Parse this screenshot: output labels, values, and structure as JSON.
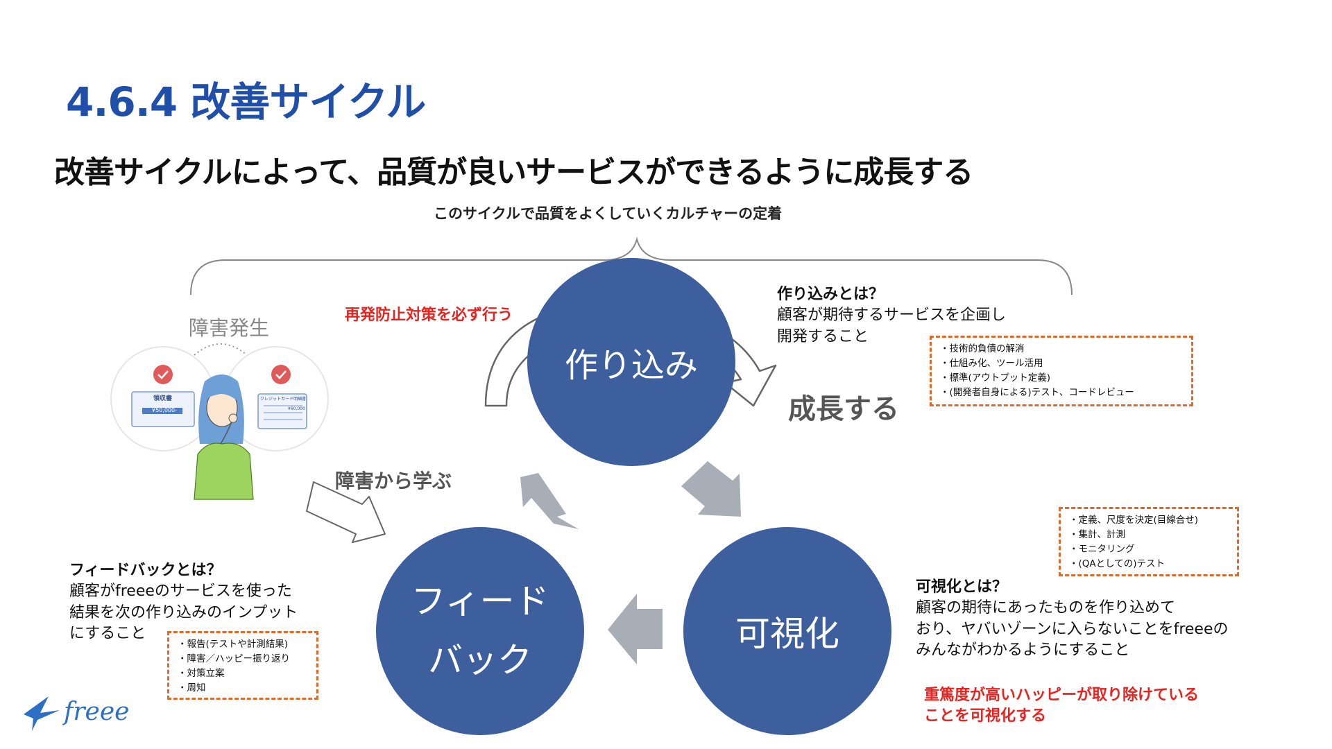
{
  "title": "4.6.4 改善サイクル",
  "subtitle": "改善サイクルによって、品質が良いサービスができるように成長する",
  "culture_label": "このサイクルで品質をよくしていくカルチャーの定着",
  "cycle": {
    "make": "作り込み",
    "feedback_line1": "フィード",
    "feedback_line2": "バック",
    "visualize": "可視化"
  },
  "annotations": {
    "prevent": "再発防止対策を必ず行う",
    "grow": "成長する",
    "learn": "障害から学ぶ",
    "incident": "障害発生",
    "severity_line1": "重篤度が高いハッピーが取り除けている",
    "severity_line2": "ことを可視化する"
  },
  "make_desc": {
    "heading": "作り込みとは？",
    "line1": "顧客が期待するサービスを企画し",
    "line2": "開発すること",
    "items": [
      "技術的負債の解消",
      "仕組み化、ツール活用",
      "標準(アウトプット定義)",
      "(開発者自身による)テスト、コードレビュー"
    ]
  },
  "visualize_desc": {
    "heading": "可視化とは？",
    "line1": "顧客の期待にあったものを作り込めて",
    "line2": "おり、ヤバいゾーンに入らないことをfreeeの",
    "line3": "みんながわかるようにすること",
    "items": [
      "定義、尺度を決定(目線合せ)",
      "集計、計測",
      "モニタリング",
      "(QAとしての)テスト"
    ]
  },
  "feedback_desc": {
    "heading": "フィードバックとは？",
    "line1": "顧客がfreeeのサービスを使った",
    "line2": "結果を次の作り込みのインプット",
    "line3": "にすること",
    "items": [
      "報告(テストや計測結果)",
      "障害／ハッピー振り返り",
      "対策立案",
      "周知"
    ]
  },
  "illustration": {
    "doc1_title": "領収書",
    "doc1_amount": "¥50,000-",
    "doc2_title": "クレジットカード明細書",
    "doc2_amount": "¥60,000"
  },
  "logo": "freee",
  "colors": {
    "title": "#1f4fa8",
    "circle": "#3e5f9e",
    "accent_red": "#e8231f",
    "dashed_box": "#e06a2b",
    "arrow_gray": "#a9aeb6"
  }
}
